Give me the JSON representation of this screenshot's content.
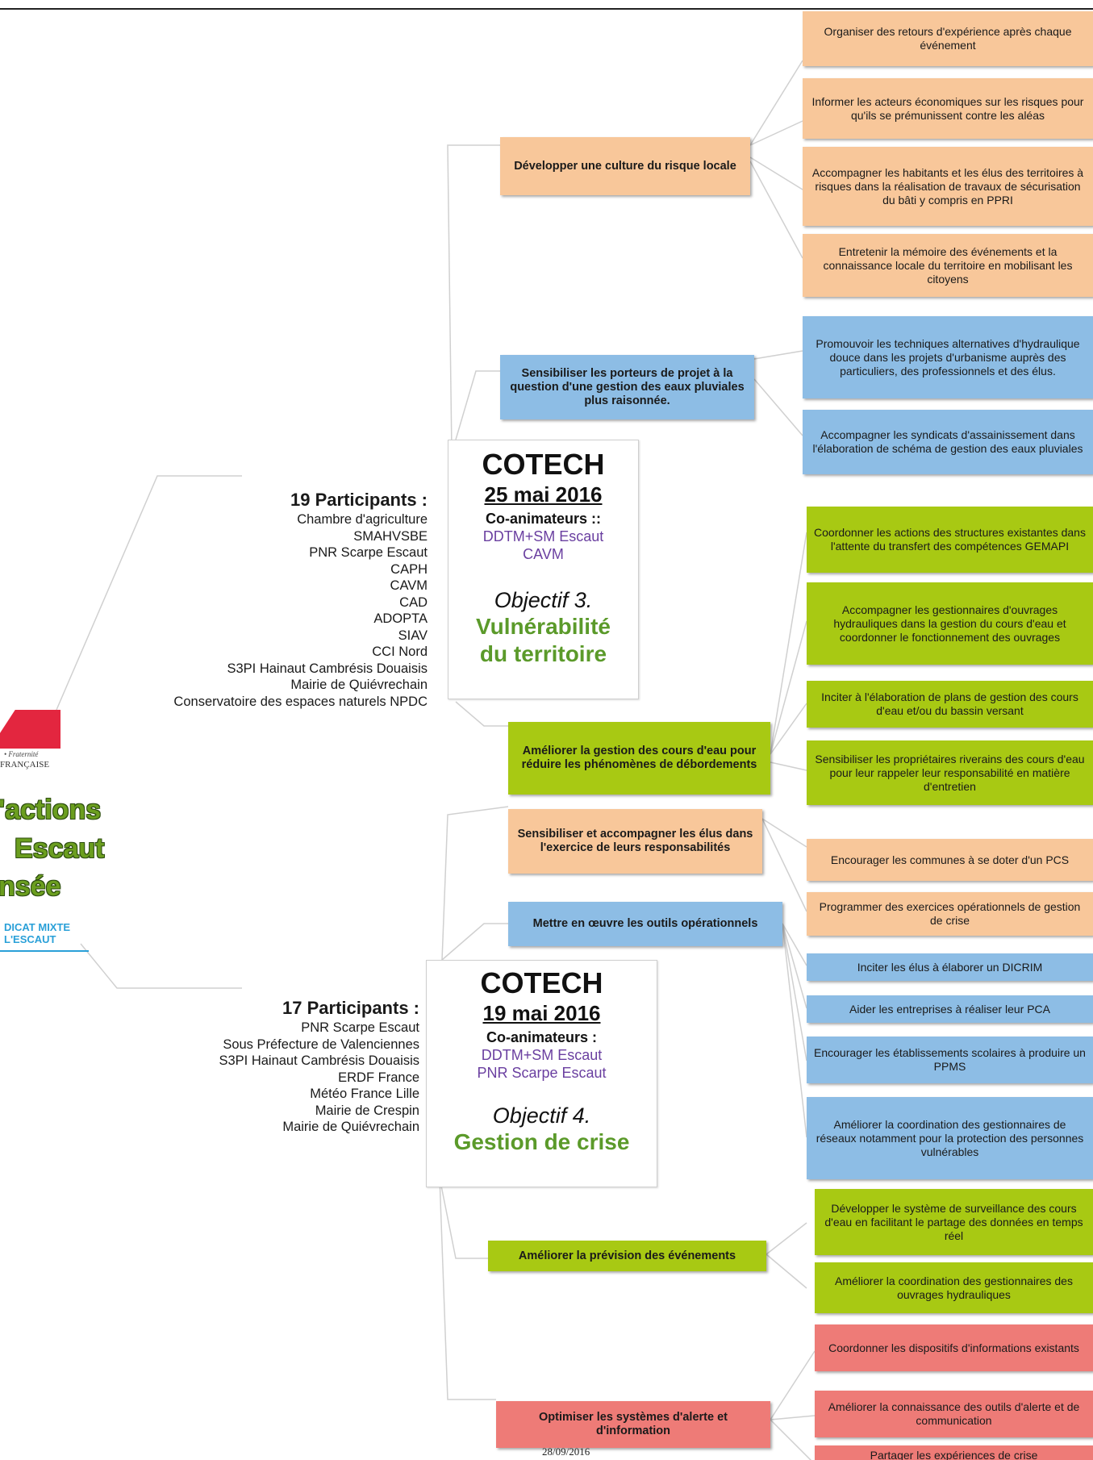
{
  "left_panel": {
    "flag_caption": "• Fraternité",
    "republic": "FRANÇAISE",
    "title_fragments": [
      "'actions",
      "Escaut",
      "nsée"
    ],
    "syndicate_lines": [
      "DICAT MIXTE",
      "L'ESCAUT"
    ]
  },
  "cotech1": {
    "title": "COTECH",
    "date": "25 mai 2016",
    "coanim_label": "Co-animateurs ::",
    "coanimators": [
      "DDTM+SM Escaut",
      "CAVM"
    ],
    "objective": "Objectif 3.",
    "theme_lines": [
      "Vulnérabilité",
      "du territoire"
    ]
  },
  "participants1": {
    "title": "19 Participants :",
    "list": [
      "Chambre d'agriculture",
      "SMAHVSBE",
      "PNR Scarpe Escaut",
      "CAPH",
      "CAVM",
      "CAD",
      "ADOPTA",
      "SIAV",
      "CCI Nord",
      "S3PI Hainaut Cambrésis Douaisis",
      "Mairie de Quiévrechain",
      "Conservatoire des espaces naturels NPDC"
    ]
  },
  "cotech2": {
    "title": "COTECH",
    "date": "19 mai 2016",
    "coanim_label": "Co-animateurs :",
    "coanimators": [
      "DDTM+SM Escaut",
      "PNR Scarpe Escaut"
    ],
    "objective": "Objectif 4.",
    "theme_lines": [
      "Gestion de crise"
    ]
  },
  "participants2": {
    "title": "17 Participants :",
    "list": [
      "PNR Scarpe Escaut",
      "Sous Préfecture de Valenciennes",
      "S3PI Hainaut Cambrésis Douaisis",
      "ERDF France",
      "Météo France Lille",
      "Mairie de Crespin",
      "Mairie de Quiévrechain"
    ]
  },
  "branches": [
    {
      "label": "Développer une culture du risque locale",
      "color": "orange",
      "leaves": [
        "Organiser des retours d'expérience après chaque événement",
        "Informer les acteurs économiques sur les risques pour qu'ils se prémunissent contre les aléas",
        "Accompagner les habitants et les élus des territoires à risques dans la réalisation de travaux de sécurisation du bâti y compris en PPRI",
        "Entretenir la mémoire des événements et la connaissance locale du territoire en mobilisant les citoyens"
      ]
    },
    {
      "label": "Sensibiliser les porteurs de projet à la question d'une gestion des eaux pluviales plus raisonnée.",
      "color": "blue",
      "leaves": [
        "Promouvoir les techniques alternatives d'hydraulique douce dans les projets d'urbanisme auprès des particuliers, des professionnels et des élus.",
        "Accompagner les syndicats d'assainissement dans l'élaboration de schéma de gestion des eaux pluviales"
      ]
    },
    {
      "label": "Améliorer la gestion des cours d'eau pour réduire les phénomènes de débordements",
      "color": "green",
      "leaves": [
        "Coordonner les actions des structures existantes dans l'attente du transfert des compétences GEMAPI",
        "Accompagner les gestionnaires d'ouvrages hydrauliques dans la gestion du cours d'eau et coordonner le fonctionnement des ouvrages",
        "Inciter à l'élaboration de plans de gestion des cours d'eau et/ou du bassin versant",
        "Sensibiliser les propriétaires riverains des cours d'eau pour leur rappeler leur responsabilité en matière d'entretien"
      ]
    },
    {
      "label": "Sensibiliser et accompagner les élus dans l'exercice de leurs responsabilités",
      "color": "orange",
      "leaves": [
        "Encourager les communes à se doter d'un PCS",
        "Programmer des exercices opérationnels de gestion de crise"
      ]
    },
    {
      "label": "Mettre en œuvre les outils opérationnels",
      "color": "blue",
      "leaves": [
        "Inciter les élus à élaborer un DICRIM",
        "Aider les entreprises à réaliser leur PCA",
        "Encourager les établissements scolaires à produire un PPMS",
        "Améliorer la coordination des gestionnaires de réseaux notamment pour la protection des personnes vulnérables"
      ]
    },
    {
      "label": "Améliorer la prévision des événements",
      "color": "green",
      "leaves": [
        "Développer le système de surveillance des cours d'eau en facilitant le partage des données en temps réel",
        "Améliorer la coordination des gestionnaires des ouvrages hydrauliques"
      ]
    },
    {
      "label": "Optimiser les systèmes d'alerte et d'information",
      "color": "red",
      "leaves": [
        "Coordonner les dispositifs d'informations existants",
        "Améliorer la connaissance des outils d'alerte et de communication",
        "Partager les expériences de crise"
      ]
    }
  ],
  "footer_date": "28/09/2016",
  "colors": {
    "orange": "#f8c79a",
    "blue": "#8dbde5",
    "green": "#a8c913",
    "red": "#ee7b77",
    "theme": "#5b9a2a",
    "coanim": "#6a3fa0"
  }
}
